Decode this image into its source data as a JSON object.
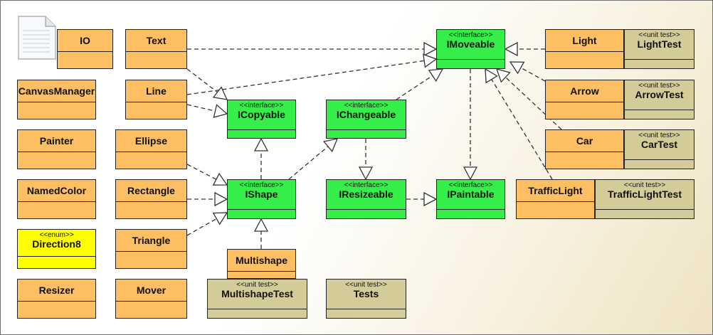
{
  "colors": {
    "class_fill": "#fdbf61",
    "interface_fill": "#36ee4a",
    "enum_fill": "#ffff00",
    "test_fill": "#d4cc98",
    "line": "#333333"
  },
  "icons": {
    "document": "document-icon"
  },
  "boxes": {
    "io": {
      "name": "IO"
    },
    "text": {
      "name": "Text"
    },
    "canvas_manager": {
      "name": "CanvasManager"
    },
    "line": {
      "name": "Line"
    },
    "painter": {
      "name": "Painter"
    },
    "ellipse": {
      "name": "Ellipse"
    },
    "named_color": {
      "name": "NamedColor"
    },
    "rectangle": {
      "name": "Rectangle"
    },
    "direction8": {
      "stereotype": "<<enum>>",
      "name": "Direction8"
    },
    "triangle": {
      "name": "Triangle"
    },
    "resizer": {
      "name": "Resizer"
    },
    "mover": {
      "name": "Mover"
    },
    "icopyable": {
      "stereotype": "<<interface>>",
      "name": "ICopyable"
    },
    "ichangeable": {
      "stereotype": "<<interface>>",
      "name": "IChangeable"
    },
    "ishape": {
      "stereotype": "<<interface>>",
      "name": "IShape"
    },
    "iresizeable": {
      "stereotype": "<<interface>>",
      "name": "IResizeable"
    },
    "imoveable": {
      "stereotype": "<<interface>>",
      "name": "IMoveable"
    },
    "ipaintable": {
      "stereotype": "<<interface>>",
      "name": "IPaintable"
    },
    "multishape": {
      "name": "Multishape"
    },
    "multishape_test": {
      "stereotype": "<<unit test>>",
      "name": "MultishapeTest"
    },
    "tests": {
      "stereotype": "<<unit test>>",
      "name": "Tests"
    },
    "light": {
      "name": "Light"
    },
    "light_test": {
      "stereotype": "<<unit test>>",
      "name": "LightTest"
    },
    "arrow": {
      "name": "Arrow"
    },
    "arrow_test": {
      "stereotype": "<<unit test>>",
      "name": "ArrowTest"
    },
    "car": {
      "name": "Car"
    },
    "car_test": {
      "stereotype": "<<unit test>>",
      "name": "CarTest"
    },
    "traffic_light": {
      "name": "TrafficLight"
    },
    "traffic_light_test": {
      "stereotype": "<<unit test>>",
      "name": "TrafficLightTest"
    }
  },
  "relations": [
    {
      "from": "text",
      "to": "imoveable",
      "kind": "realization"
    },
    {
      "from": "text",
      "to": "icopyable",
      "kind": "realization"
    },
    {
      "from": "line",
      "to": "imoveable",
      "kind": "realization"
    },
    {
      "from": "line",
      "to": "icopyable",
      "kind": "realization"
    },
    {
      "from": "ellipse",
      "to": "ishape",
      "kind": "realization"
    },
    {
      "from": "rectangle",
      "to": "ishape",
      "kind": "realization"
    },
    {
      "from": "triangle",
      "to": "ishape",
      "kind": "realization"
    },
    {
      "from": "ishape",
      "to": "icopyable",
      "kind": "realization"
    },
    {
      "from": "ishape",
      "to": "ichangeable",
      "kind": "realization"
    },
    {
      "from": "ichangeable",
      "to": "imoveable",
      "kind": "realization"
    },
    {
      "from": "ichangeable",
      "to": "iresizeable",
      "kind": "realization"
    },
    {
      "from": "iresizeable",
      "to": "ipaintable",
      "kind": "realization"
    },
    {
      "from": "imoveable",
      "to": "ipaintable",
      "kind": "realization"
    },
    {
      "from": "multishape",
      "to": "ishape",
      "kind": "realization"
    },
    {
      "from": "light",
      "to": "imoveable",
      "kind": "realization"
    },
    {
      "from": "arrow",
      "to": "imoveable",
      "kind": "realization"
    },
    {
      "from": "car",
      "to": "imoveable",
      "kind": "realization"
    },
    {
      "from": "traffic_light",
      "to": "imoveable",
      "kind": "realization"
    }
  ]
}
